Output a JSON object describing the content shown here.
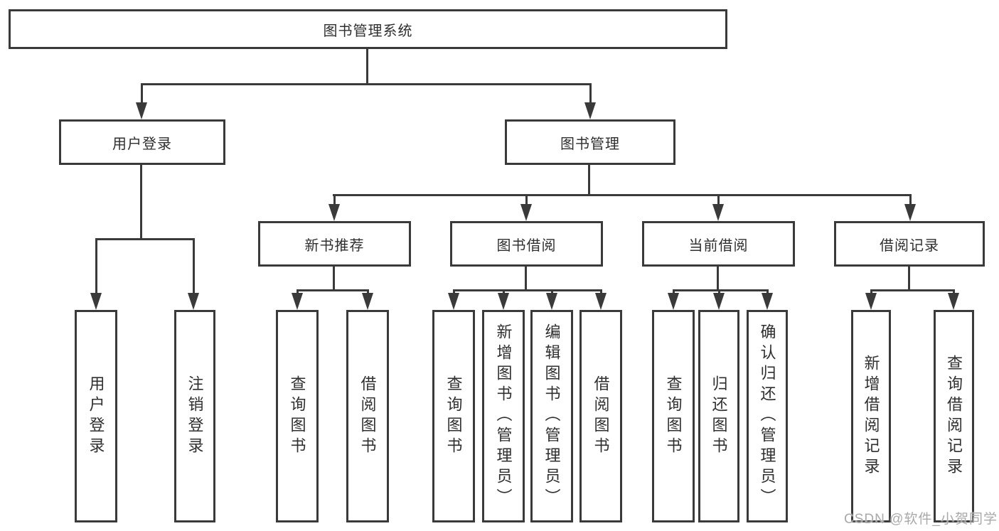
{
  "nodes": {
    "root": "图书管理系统",
    "userLogin": "用户登录",
    "bookMgmt": "图书管理",
    "newBookRec": "新书推荐",
    "bookBorrow": "图书借阅",
    "currentBorrow": "当前借阅",
    "borrowRecords": "借阅记录",
    "ulLogin": "用户登录",
    "ulLogout": "注销登录",
    "nbQuery": "查询图书",
    "nbBorrow": "借阅图书",
    "bbQuery": "查询图书",
    "bbAdd": "新增图书（管理员）",
    "bbEdit": "编辑图书（管理员）",
    "bbBorrow": "借阅图书",
    "cbQuery": "查询图书",
    "cbReturn": "归还图书",
    "cbConfirm": "确认归还（管理员）",
    "brAdd": "新增借阅记录",
    "brQuery": "查询借阅记录"
  },
  "watermark": {
    "text": "CSDN @软件_小贺同学"
  },
  "colors": {
    "line": "#3a3a3a",
    "text": "#2f2f2f",
    "watermark": "#a9a9ab",
    "background": "#ffffff"
  }
}
